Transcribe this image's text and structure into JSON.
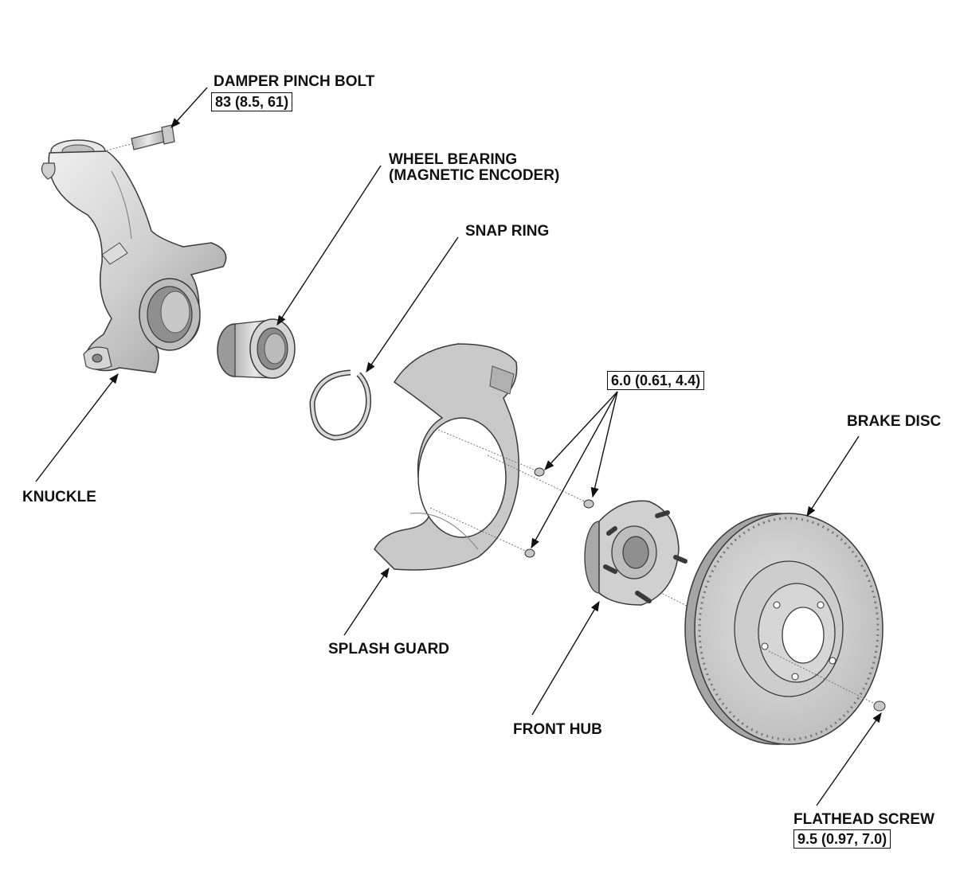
{
  "labels": {
    "damper_pinch_bolt": "DAMPER PINCH BOLT",
    "wheel_bearing_line1": "WHEEL BEARING",
    "wheel_bearing_line2": "(MAGNETIC ENCODER)",
    "snap_ring": "SNAP RING",
    "knuckle": "KNUCKLE",
    "splash_guard": "SPLASH GUARD",
    "brake_disc": "BRAKE DISC",
    "front_hub": "FRONT HUB",
    "flathead_screw": "FLATHEAD SCREW"
  },
  "torques": {
    "damper_pinch_bolt": "83 (8.5, 61)",
    "splash_guard_screws": "6.0 (0.61, 4.4)",
    "flathead_screw": "9.5 (0.97, 7.0)"
  },
  "colors": {
    "part_fill": "#d6d6d6",
    "part_shadow": "#9a9a9a",
    "outline": "#3a3a3a"
  }
}
